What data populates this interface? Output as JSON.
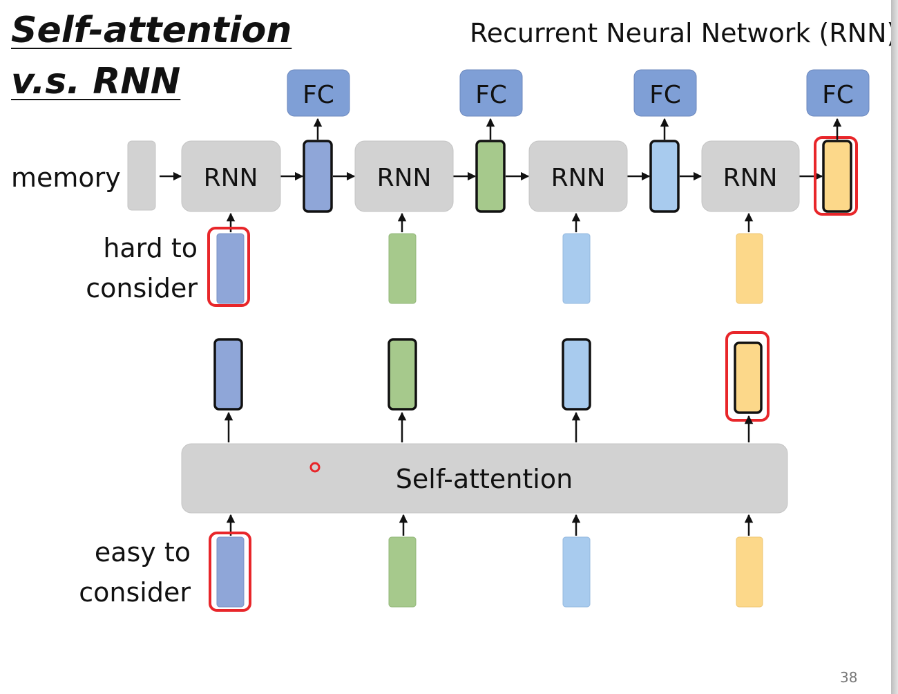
{
  "title": {
    "line1": "Self-attention",
    "line2": "v.s. RNN"
  },
  "subtitle": "Recurrent Neural Network (RNN)",
  "labels": {
    "memory": "memory",
    "hard": [
      "hard to",
      "consider"
    ],
    "easy": [
      "easy to",
      "consider"
    ]
  },
  "blocks": {
    "rnn": "RNN",
    "fc": "FC",
    "self_attention": "Self-attention"
  },
  "page_number": "38",
  "colors": {
    "blue_dark": "#8fa6d8",
    "green": "#a6c98c",
    "blue_light": "#a8cbee",
    "yellow": "#fcd88a",
    "fc_fill": "#7f9fd6",
    "gray_block": "#d2d2d2",
    "highlight": "#e8262a"
  }
}
